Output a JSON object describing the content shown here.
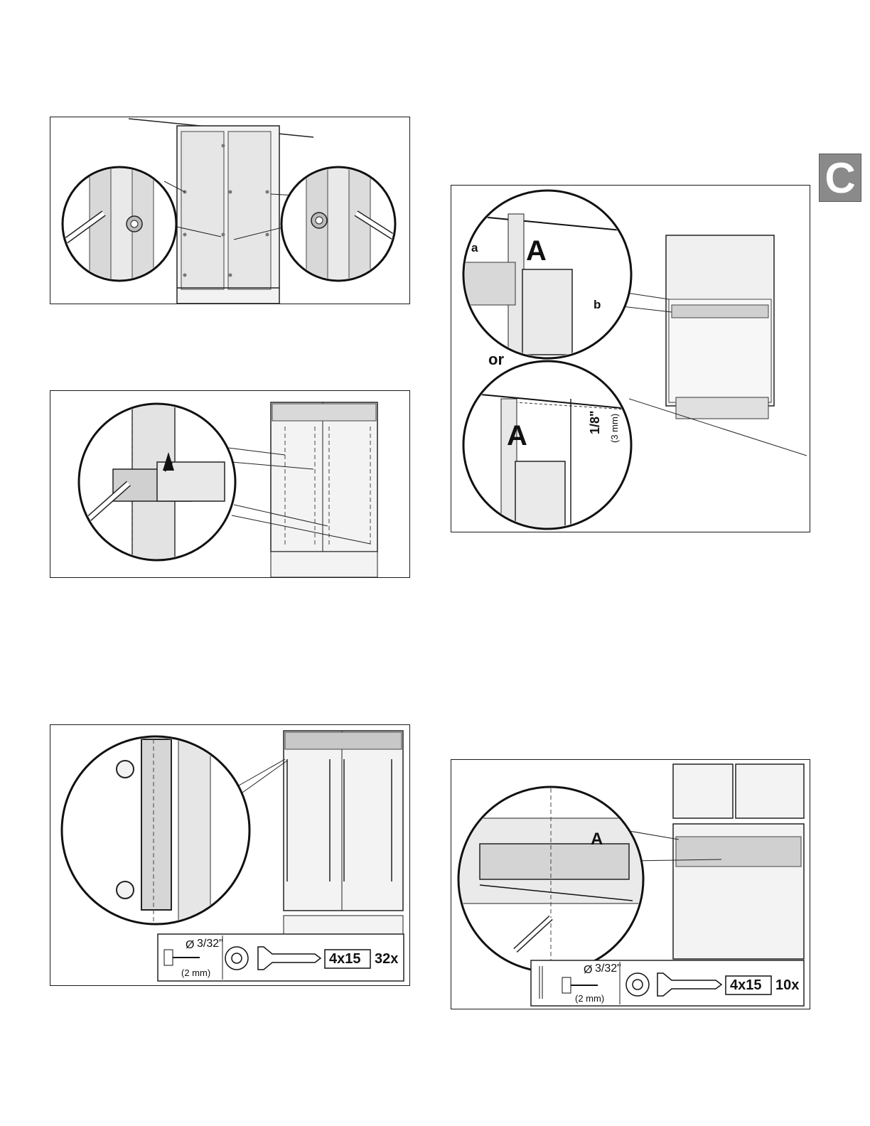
{
  "section_tab": "C",
  "fig_top_right": {
    "label_a_upper": "A",
    "label_a_lower": "A",
    "callout_a": "a",
    "callout_b": "b",
    "or_text": "or",
    "gap_imperial": "1/8\"",
    "gap_metric": "(3 mm)"
  },
  "fig_bottom_left": {
    "drill_diameter_prefix": "Ø",
    "drill_diameter": "3/32\"",
    "drill_metric": "(2 mm)",
    "screw_size": "4x15",
    "screw_qty": "32x"
  },
  "fig_bottom_right": {
    "label_a": "A",
    "drill_diameter_prefix": "Ø",
    "drill_diameter": "3/32\"",
    "drill_metric": "(2 mm)",
    "screw_size": "4x15",
    "screw_qty": "10x"
  },
  "icons": [
    "pencil-icon",
    "drill-bit-icon",
    "torx-drive-icon",
    "wood-screw-icon"
  ]
}
